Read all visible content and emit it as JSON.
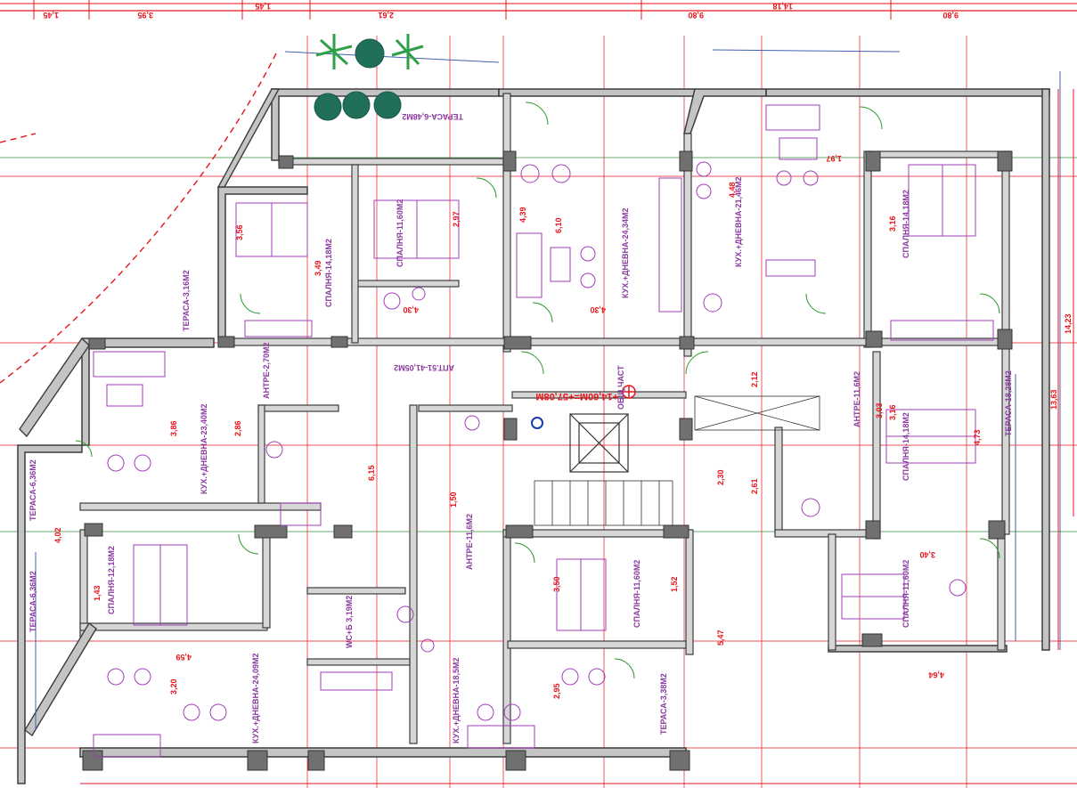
{
  "colors": {
    "wall": "#4a4a4a",
    "wall_fill": "#bdbdbd",
    "column": "#7a7a7a",
    "dimension": "#e8141b",
    "furniture": "#a23cb8",
    "door_arc": "#2e9b2e",
    "axis_green": "#3a8a3a",
    "window_blue": "#4060b0",
    "plant": "#1a7a5a"
  },
  "top_dimensions": [
    "1,45",
    "1,45",
    "3,95",
    "2,61",
    "9,80",
    "9,80",
    "14,18"
  ],
  "right_dimensions": [
    "14,23",
    "13,63"
  ],
  "level_mark": "+14,60M=+57,08M",
  "rooms": [
    {
      "id": "terrace-top",
      "label": "ТЕРАСА-6,48М2"
    },
    {
      "id": "bedroom-top-left",
      "label": "СПАЛНЯ-14,18М2"
    },
    {
      "id": "bedroom-top-mid",
      "label": "СПАЛНЯ-11,60М2"
    },
    {
      "id": "kitchen-living-top",
      "label": "КУХ.+ДНЕВНА-24,34М2"
    },
    {
      "id": "kitchen-living-top-right",
      "label": "КУХ.+ДНЕВНА-21,46М2"
    },
    {
      "id": "bedroom-top-right",
      "label": "СПАЛНЯ-14,18М2"
    },
    {
      "id": "terrace-left-upper",
      "label": "ТЕРАСА-3,16М2"
    },
    {
      "id": "kitchen-living-left",
      "label": "КУХ.+ДНЕВНА-23,40М2"
    },
    {
      "id": "corridor-left",
      "label": "АНТРЕ-2,70М2"
    },
    {
      "id": "stair-hall",
      "label": "АПТ.51-41,05М2"
    },
    {
      "id": "antre-mid",
      "label": "АНТРЕ-11,6М2"
    },
    {
      "id": "lobby",
      "label": "ОБЩ.ЧАСТ"
    },
    {
      "id": "antre-right",
      "label": "АНТРЕ-11,6М2"
    },
    {
      "id": "bedroom-right",
      "label": "СПАЛНЯ-14,18М2"
    },
    {
      "id": "terrace-right",
      "label": "ТЕРАСА-18,28М2"
    },
    {
      "id": "terrace-left-lower",
      "label": "ТЕРАСА-6,36М2"
    },
    {
      "id": "bedroom-left-lower",
      "label": "СПАЛНЯ-12,18М2"
    },
    {
      "id": "bedroom-mid-lower",
      "label": "СПАЛНЯ-11,60М2"
    },
    {
      "id": "bedroom-right-lower",
      "label": "СПАЛНЯ-11,60М2"
    },
    {
      "id": "wc-lower",
      "label": "WC+Б 3,19М2"
    },
    {
      "id": "kitchen-living-bottom-left",
      "label": "КУХ.+ДНЕВНА-24,09М2"
    },
    {
      "id": "kitchen-living-bottom-mid",
      "label": "КУХ.+ДНЕВНА-18,5М2"
    },
    {
      "id": "terrace-bottom",
      "label": "ТЕРАСА-3,38М2"
    },
    {
      "id": "terrace-left-bottom",
      "label": "ТЕРАСА-6,36М2"
    }
  ],
  "inner_dimensions": [
    "4,30",
    "4,30",
    "4,39",
    "6,10",
    "4,48",
    "3,16",
    "3,56",
    "3,49",
    "2,97",
    "1,97",
    "3,86",
    "2,86",
    "6,15",
    "3,03",
    "4,73",
    "3,16",
    "1,43",
    "3,20",
    "2,95",
    "3,50",
    "4,64",
    "5,47",
    "4,02",
    "3,40",
    "4,59",
    "2,61",
    "2,12",
    "2,30",
    "1,52",
    "1,50"
  ]
}
